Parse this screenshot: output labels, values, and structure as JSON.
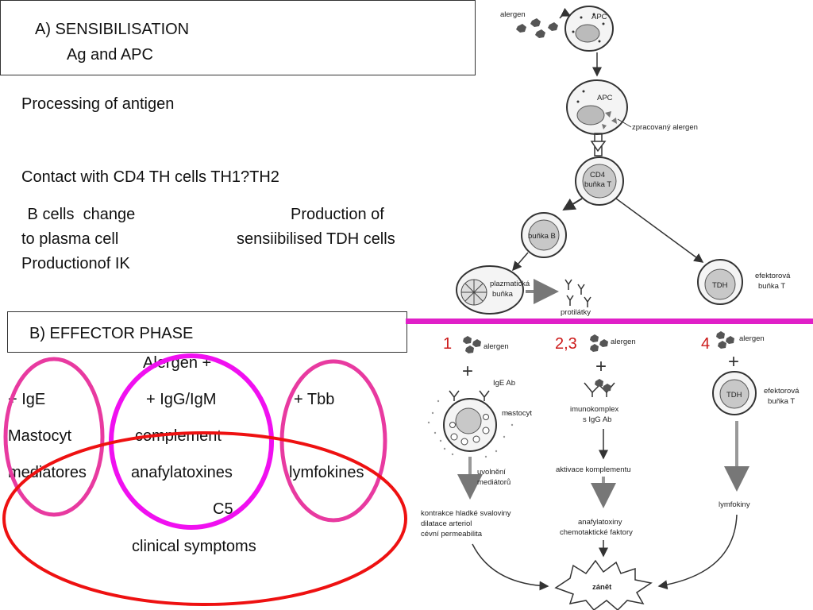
{
  "sensibilisation": {
    "title_line1": "A)  SENSIBILISATION",
    "title_line2": "Ag  and  APC"
  },
  "notes": {
    "processing": "Processing of antigen",
    "contact": "Contact with CD4 TH cells TH1?TH2",
    "b_cells_line1": " B cells  change",
    "b_cells_line2": "to plasma cell",
    "b_cells_line3": "Productionof IK",
    "tdh_line1": "Production of",
    "tdh_line2": "sensiibilised TDH cells"
  },
  "effector": {
    "title": "B) EFFECTOR PHASE",
    "alergen": "Alergen +",
    "col1": [
      "+ IgE",
      "Mastocyt",
      "mediatores"
    ],
    "col2": [
      "+ IgG/IgM",
      "complement",
      "anafylatoxines"
    ],
    "col3": [
      "+ Tbb",
      "lymfokines"
    ],
    "c5": "C5",
    "clinical": "clinical symptoms"
  },
  "diagram": {
    "alergen": "alergen",
    "apc": "APC",
    "zpracovany": "zpracovaný alergen",
    "cd4_line1": "CD4",
    "cd4_line2": "buňka T",
    "bunka_b": "buňka B",
    "plazmaticka_line1": "plazmatická",
    "plazmaticka_line2": "buňka",
    "protilatky": "protilátky",
    "tdh": "TDH",
    "efektorova_line1": "efektorová",
    "efektorova_line2": "buňka T",
    "num1": "1",
    "num23": "2,3",
    "num4": "4",
    "plus": "+",
    "ige_ab": "IgE Ab",
    "mastocyt": "mastocyt",
    "imunokomplex_line1": "imunokomplex",
    "imunokomplex_line2": "s IgG Ab",
    "uvolneni_line1": "uvolnění",
    "uvolneni_line2": "mediátorů",
    "aktivace": "aktivace komplementu",
    "kontrakce_line1": "kontrakce hladké svaloviny",
    "kontrakce_line2": "dilatace arteriol",
    "kontrakce_line3": "cévní permeabilita",
    "anafylatoxiny_line1": "anafylatoxiny",
    "anafylatoxiny_line2": "chemotaktické faktory",
    "lymfokiny": "lymfokiny",
    "zanet": "zánět"
  },
  "colors": {
    "divider": "#e020c8",
    "ring_pink": "#e83aa0",
    "ring_magenta": "#f010f0",
    "ellipse_red": "#ee1111",
    "number_red": "#cc1a1a"
  }
}
